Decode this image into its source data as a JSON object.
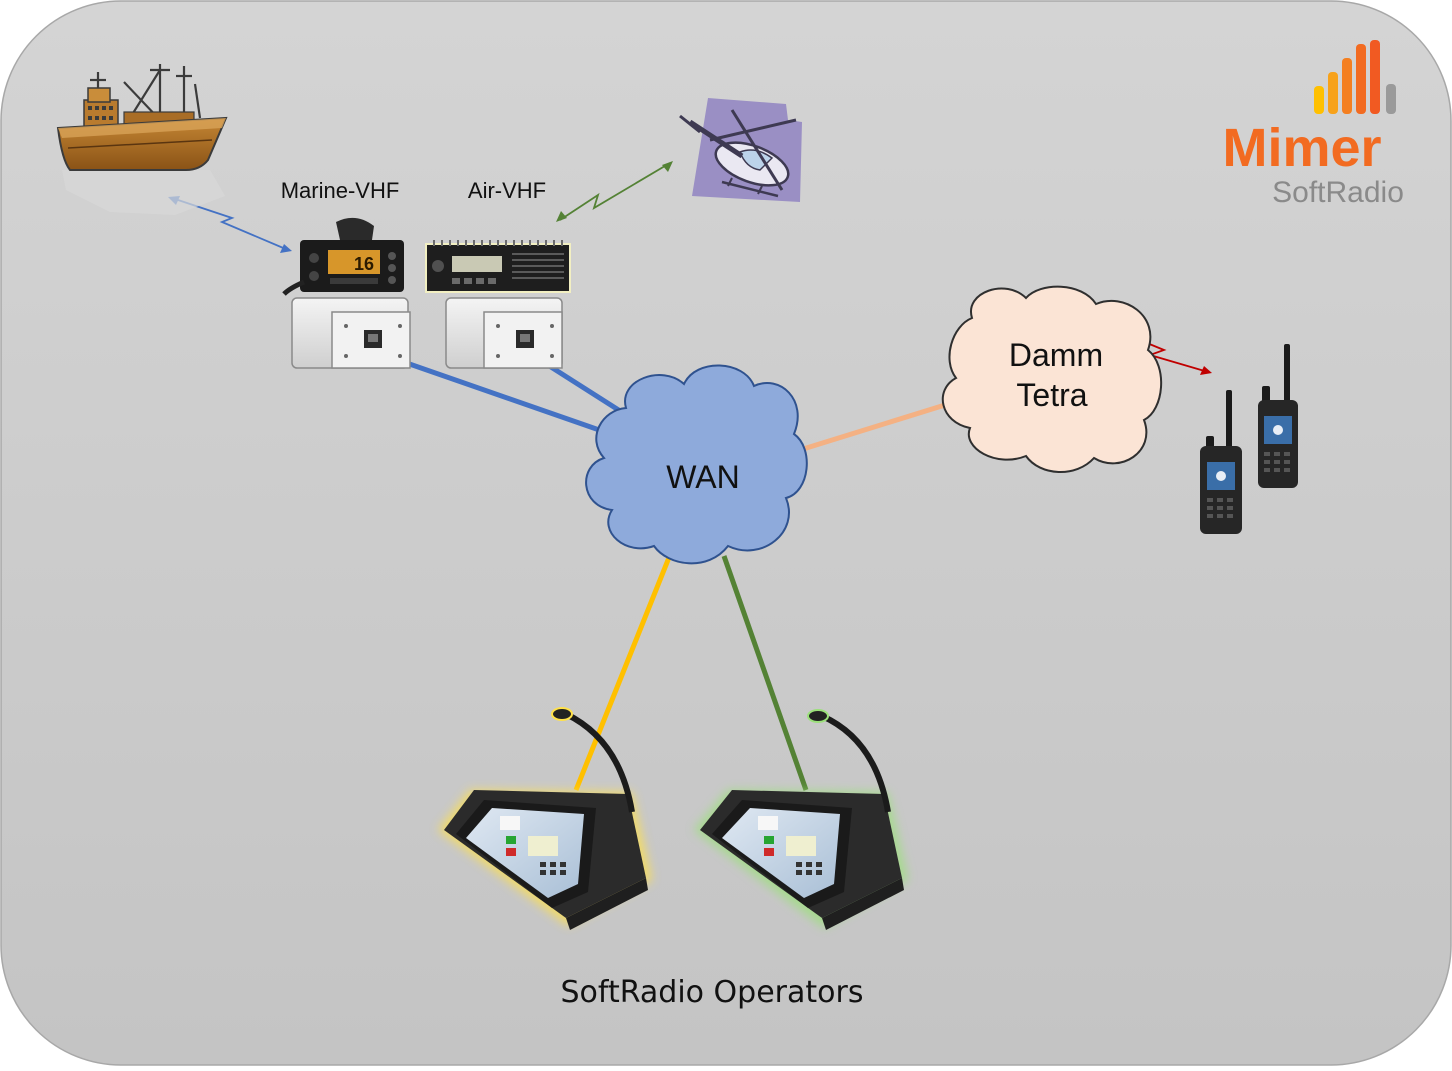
{
  "labels": {
    "marine": "Marine-VHF",
    "air": "Air-VHF",
    "wan": "WAN",
    "tetra_line1": "Damm",
    "tetra_line2": "Tetra",
    "operators": "SoftRadio Operators"
  },
  "brand": {
    "name": "Mimer",
    "product": "SoftRadio"
  },
  "colors": {
    "background": "#cbcbcb",
    "wan_cloud": "#8eaadb",
    "tetra_cloud": "#fbe4d5",
    "link_blue": "#4472c4",
    "link_peach": "#f4b183",
    "link_yellow": "#ffc000",
    "link_green": "#548235",
    "radio_link_blue": "#4472c4",
    "radio_link_green": "#548235",
    "radio_link_red": "#c00000",
    "brand_orange": "#f26b21"
  },
  "icons": [
    "ship-icon",
    "helicopter-icon",
    "marine-radio-icon",
    "air-radio-icon",
    "gateway-box-icon",
    "handheld-radio-icon",
    "operator-console-icon",
    "mimer-logo-bars-icon"
  ]
}
